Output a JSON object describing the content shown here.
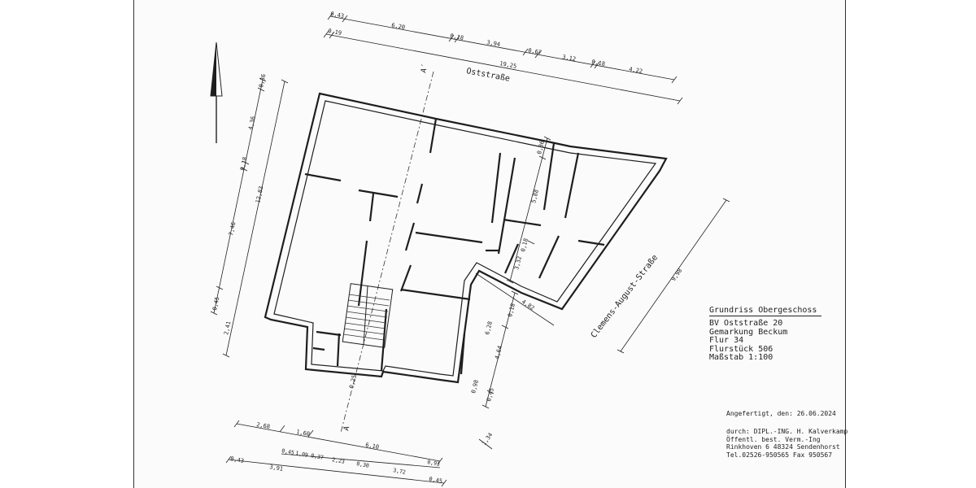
{
  "title_block": {
    "title": "Grundriss Obergeschoss",
    "lines": [
      "BV Oststraße 20",
      "Gemarkung Beckum",
      "Flur 34",
      "Flurstück 506",
      "Maßstab 1:100"
    ]
  },
  "footer": {
    "date": "Angefertigt, den: 26.06.2024",
    "lines": [
      "durch: DIPL.-ING. H. Kalverkamp",
      "Öffentl. best. Verm.-Ing",
      "Rinkhoven 6 48324 Sendenhorst",
      "Tel.02526-950565 Fax 950567"
    ]
  },
  "streets": {
    "oststrasse": "Oststraße",
    "clemens": "Clemens-August-Straße"
  },
  "section_marks": {
    "top": "A´",
    "bottom": "A"
  },
  "dimensions": {
    "top_row1": [
      "0,43",
      "6,20",
      "0,18",
      "3,94",
      "0,67",
      "3,12",
      "0,18",
      "4,22"
    ],
    "top_row2": [
      "0,19",
      "19,25"
    ],
    "left_col1": [
      "0,36",
      "4,36",
      "0,18",
      "12,83",
      "7,46",
      "0,45"
    ],
    "left_col2": [
      "2,41"
    ],
    "right_col1": [
      "0,36",
      "5,88",
      "0,18",
      "3,32"
    ],
    "right_col2": [
      "6,28",
      "0,18",
      "4,64",
      "0,45",
      "0,98"
    ],
    "diag": [
      "4,82",
      "9,98",
      "1,34",
      "0,25"
    ],
    "bottom_row1": [
      "2,68",
      "1,60",
      "6,10"
    ],
    "bottom_row2": [
      "0,45",
      "1,09",
      "0,37",
      "2,23",
      "0,30",
      "3,72",
      "0,93"
    ],
    "bottom_row3": [
      "0,43",
      "3,91",
      "0,45"
    ]
  },
  "icons": {
    "north_arrow": "north-arrow-icon"
  },
  "colors": {
    "line": "#1e1e1e",
    "paper": "#fbfbfb"
  }
}
